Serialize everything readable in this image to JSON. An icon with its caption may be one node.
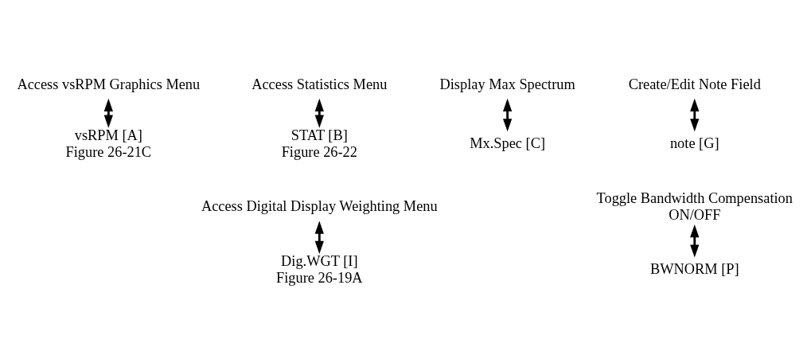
{
  "diagram": {
    "nodes": [
      {
        "text": [
          "Access vsRPM Graphics Menu"
        ]
      },
      {
        "text": [
          "Access Statistics Menu"
        ]
      },
      {
        "text": [
          "Display Max Spectrum"
        ]
      },
      {
        "text": [
          "Create/Edit Note Field"
        ]
      },
      {
        "text": [
          "vsRPM [A]",
          "Figure 26-21C"
        ]
      },
      {
        "text": [
          "STAT [B]",
          "Figure 26-22"
        ]
      },
      {
        "text": [
          "Mx.Spec [C]"
        ]
      },
      {
        "text": [
          "note [G]"
        ]
      },
      {
        "text": [
          "Access Digital Display Weighting Menu"
        ]
      },
      {
        "text": [
          "Toggle Bandwidth Compensation",
          "ON/OFF"
        ]
      },
      {
        "text": [
          "Dig.WGT [I]",
          "Figure 26-19A"
        ]
      },
      {
        "text": [
          "BWNORM [P]"
        ]
      }
    ],
    "edges": [
      {
        "from": 0,
        "to": 4,
        "arrow": "both"
      },
      {
        "from": 1,
        "to": 5,
        "arrow": "both"
      },
      {
        "from": 2,
        "to": 6,
        "arrow": "both"
      },
      {
        "from": 3,
        "to": 7,
        "arrow": "both"
      },
      {
        "from": 8,
        "to": 10,
        "arrow": "both"
      },
      {
        "from": 9,
        "to": 11,
        "arrow": "both"
      }
    ]
  }
}
